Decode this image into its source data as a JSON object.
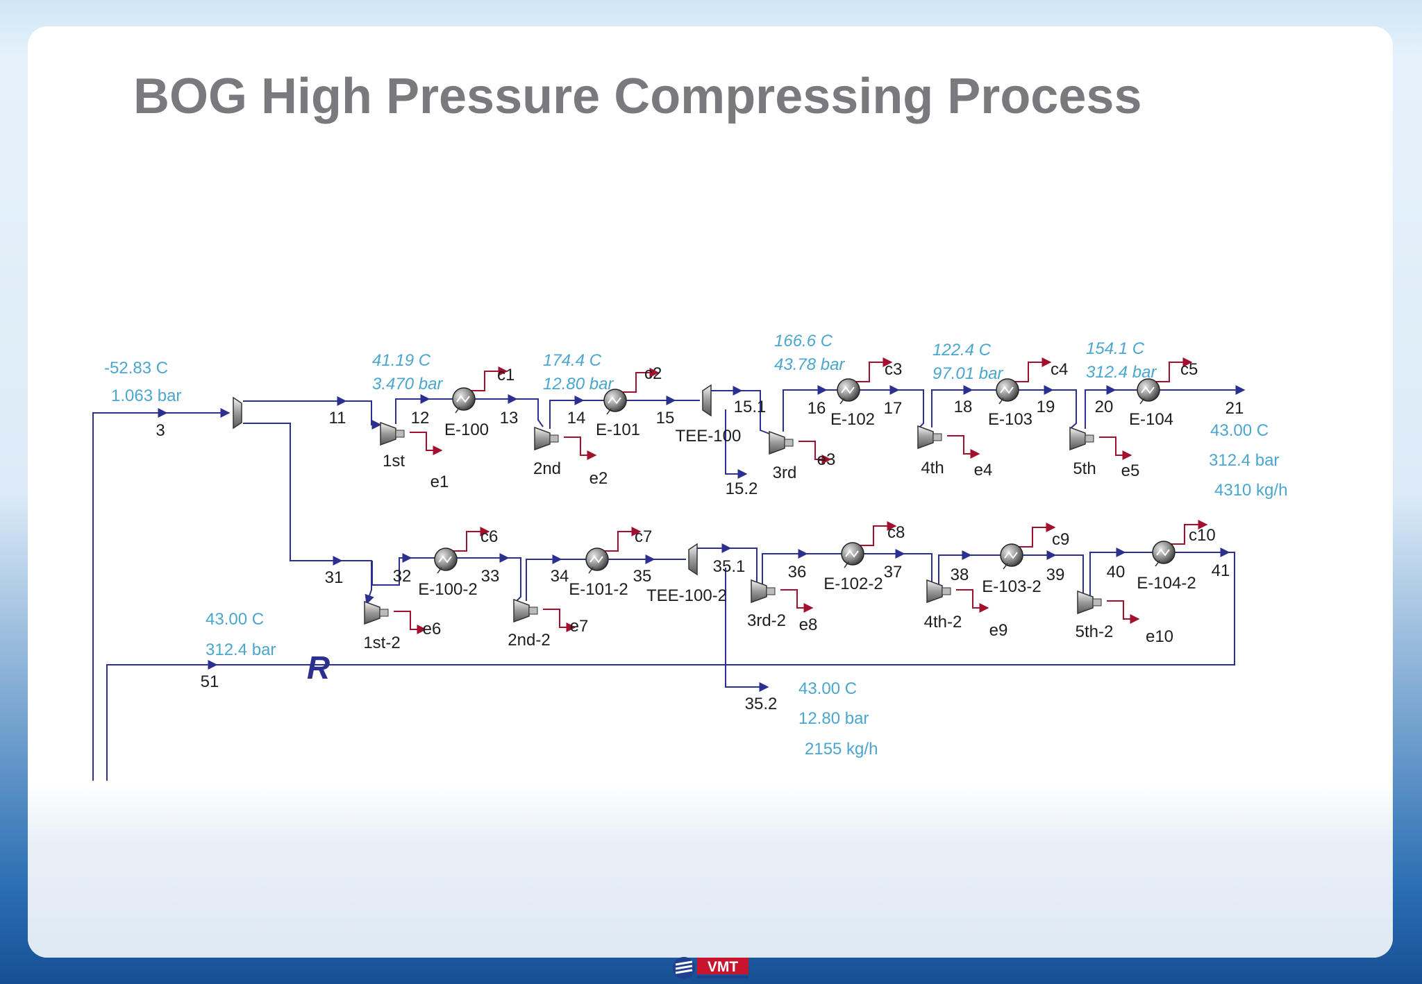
{
  "title": "BOG High Pressure Compressing Process",
  "logo_text": "VMT",
  "colors": {
    "title": "#7a7a7e",
    "stream_line": "#2b2f8f",
    "energy_line": "#a3102e",
    "condition_text": "#4aa6cf",
    "label_text": "#1e1e1e"
  },
  "feed": {
    "stream": "3",
    "temperature": "-52.83  C",
    "pressure": "1.063  bar"
  },
  "splitter": {
    "outlets": [
      "11",
      "31"
    ]
  },
  "train1": {
    "streams": [
      "11",
      "12",
      "13",
      "14",
      "15",
      "15.1",
      "15.2",
      "16",
      "17",
      "18",
      "19",
      "20",
      "21"
    ],
    "compressors": [
      "1st",
      "2nd",
      "3rd",
      "4th",
      "5th"
    ],
    "compressor_energy": [
      "e1",
      "e2",
      "e3",
      "e4",
      "e5"
    ],
    "coolers": [
      "E-100",
      "E-101",
      "E-102",
      "E-103",
      "E-104"
    ],
    "cooler_energy": [
      "c1",
      "c2",
      "c3",
      "c4",
      "c5"
    ],
    "tee": "TEE-100",
    "stage_conditions": [
      {
        "temperature": "41.19  C",
        "pressure": "3.470  bar"
      },
      {
        "temperature": "174.4  C",
        "pressure": "12.80  bar"
      },
      {
        "temperature": "166.6  C",
        "pressure": "43.78  bar"
      },
      {
        "temperature": "122.4  C",
        "pressure": "97.01  bar"
      },
      {
        "temperature": "154.1  C",
        "pressure": "312.4  bar"
      }
    ],
    "product": {
      "temperature": "43.00  C",
      "pressure": "312.4  bar",
      "flow": "4310  kg/h"
    }
  },
  "train2": {
    "streams": [
      "31",
      "32",
      "33",
      "34",
      "35",
      "35.1",
      "35.2",
      "36",
      "37",
      "38",
      "39",
      "40",
      "41"
    ],
    "compressors": [
      "1st-2",
      "2nd-2",
      "3rd-2",
      "4th-2",
      "5th-2"
    ],
    "compressor_energy": [
      "e6",
      "e7",
      "e8",
      "e9",
      "e10"
    ],
    "coolers": [
      "E-100-2",
      "E-101-2",
      "E-102-2",
      "E-103-2",
      "E-104-2"
    ],
    "cooler_energy": [
      "c6",
      "c7",
      "c8",
      "c9",
      "c10"
    ],
    "tee": "TEE-100-2",
    "side_draw": {
      "temperature": "43.00  C",
      "pressure": "12.80  bar",
      "flow": "2155  kg/h"
    }
  },
  "recycle": {
    "stream": "51",
    "symbol": "R",
    "temperature": "43.00  C",
    "pressure": "312.4  bar"
  }
}
